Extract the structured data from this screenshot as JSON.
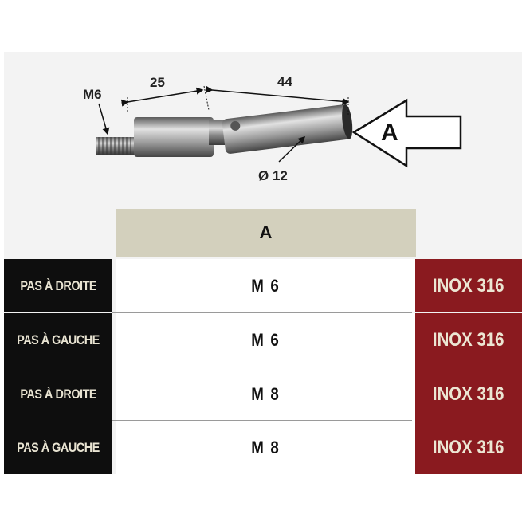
{
  "diagram": {
    "thread_label": "M6",
    "dim_left": "25",
    "dim_right": "44",
    "diameter_label": "Ø 12",
    "view_arrow_label": "A"
  },
  "table": {
    "header": "A",
    "rows": [
      {
        "direction": "PAS À DROITE",
        "size": "M 6",
        "material": "INOX 316"
      },
      {
        "direction": "PAS À GAUCHE",
        "size": "M 6",
        "material": "INOX 316"
      },
      {
        "direction": "PAS À DROITE",
        "size": "M 8",
        "material": "INOX 316"
      },
      {
        "direction": "PAS À GAUCHE",
        "size": "M 8",
        "material": "INOX 316"
      }
    ]
  },
  "colors": {
    "label_bg": "#0e0e0e",
    "header_bg": "#d3d0bd",
    "material_bg": "#8a1a1f",
    "text_light": "#ece6d3"
  }
}
